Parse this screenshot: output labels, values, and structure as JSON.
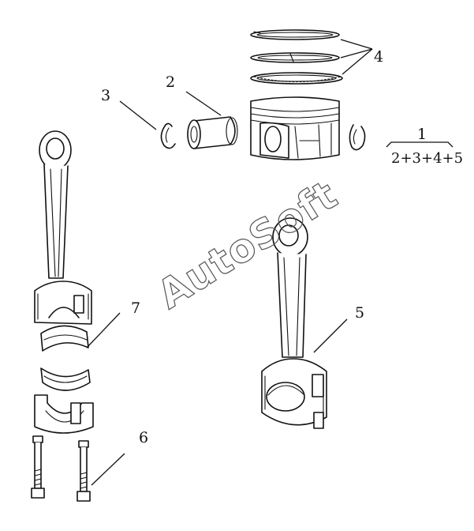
{
  "labels": {
    "assembly": "1",
    "assembly_formula": "2+3+4+5",
    "piston_pin": "2",
    "circlip": "3",
    "piston_rings": "4",
    "connecting_rod": "5",
    "rod_bolt": "6",
    "rod_bearing": "7"
  },
  "watermark": "AutoSoft",
  "colors": {
    "line": "#111111",
    "background": "#ffffff",
    "watermark": "#555555"
  }
}
